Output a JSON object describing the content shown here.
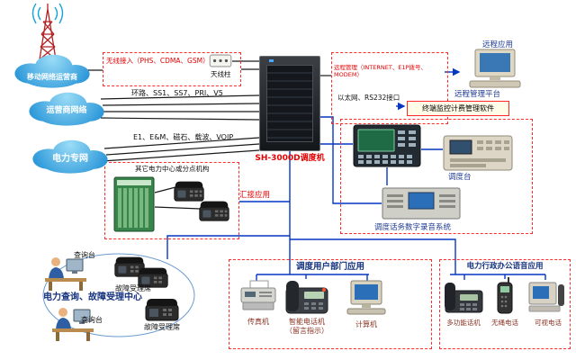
{
  "clouds": {
    "mobile": "移动网络运营商",
    "carrier": "运营商网络",
    "power": "电力专网"
  },
  "rack": {
    "label": "SH-3000D调度机"
  },
  "wireless": {
    "title": "无线接入（PHS、CDMA、GSM）",
    "antenna_post": "天线柱"
  },
  "lines": {
    "trunk": "环路、SS1、SS7、PRI、V5",
    "analog": "E1、E&M、磁石、载波、VOIP"
  },
  "remote": {
    "mgmt": "远程管理（INTERNET、E1P拨号、MODEM）",
    "app": "远程应用",
    "ethernet": "以太网、RS232接口",
    "platform": "远程管理平台",
    "software": "终端监控计费管理软件"
  },
  "dispatch": {
    "console_label": "调度台",
    "recording_label": "调度话务数字录音系统"
  },
  "branch": {
    "title": "其它电力中心或分点机构",
    "tandem": "汇接应用"
  },
  "callcenter": {
    "query1": "查询台",
    "fault1": "故障受理席",
    "title": "电力查询、故障受理中心",
    "query2": "查询台",
    "fault2": "故障受理席"
  },
  "dept": {
    "title": "调度用户部门应用",
    "fax": "传真机",
    "smart": "智能电话机",
    "smart_note": "（留言指示）",
    "computer": "计算机"
  },
  "office": {
    "title": "电力行政办公语音应用",
    "multi": "多功能话机",
    "cordless": "无绳电话",
    "video": "可视电话"
  },
  "colors": {
    "dashed_box": "#ff2a2a",
    "connection_blue": "#0736c4",
    "connection_black": "#1a1a1a",
    "label_blue": "#1f3a93",
    "label_red": "#e60000",
    "cloud_fill": "#1e8fd5"
  }
}
